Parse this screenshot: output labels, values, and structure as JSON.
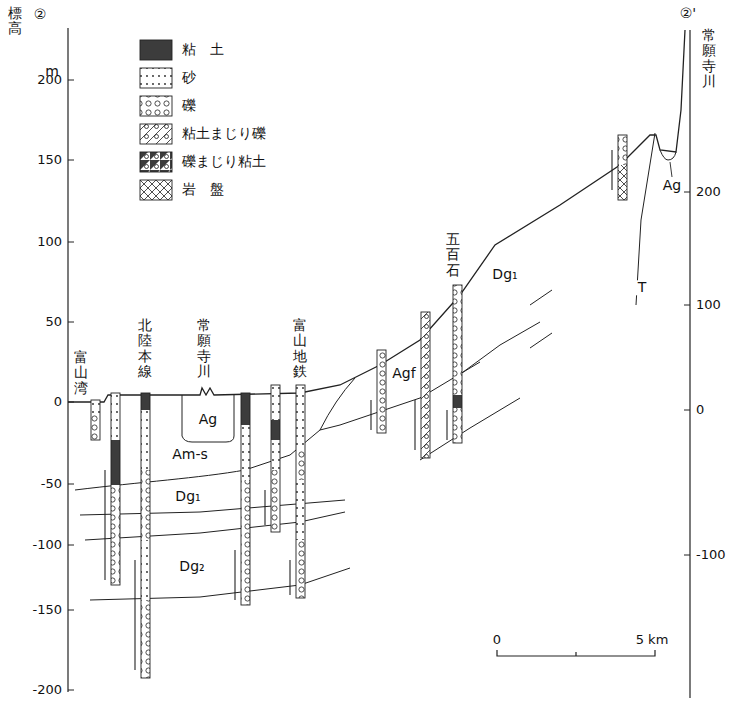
{
  "diagram": {
    "labels": [
      "②",
      "②'",
      "標高",
      "m",
      "200",
      "150",
      "100",
      "50",
      "0",
      "-50",
      "-100",
      "-150",
      "-200",
      "200",
      "100",
      "0",
      "-100",
      "富山湾",
      "北陸本線",
      "常願寺川",
      "富山地鉄",
      "五百石",
      "常願寺川",
      "Ag",
      "Am-s",
      "Dg₁",
      "Dg₂",
      "Agf",
      "Dg₁",
      "T",
      "Ag",
      "0",
      "5 km"
    ],
    "legend": [
      {
        "text": "粘　土",
        "color": "#3c3c3c"
      },
      {
        "text": "砂"
      },
      {
        "text": "礫"
      },
      {
        "text": "粘土まじり礫"
      },
      {
        "text": "礫まじり粘土"
      },
      {
        "text": "岩　盤"
      }
    ]
  }
}
